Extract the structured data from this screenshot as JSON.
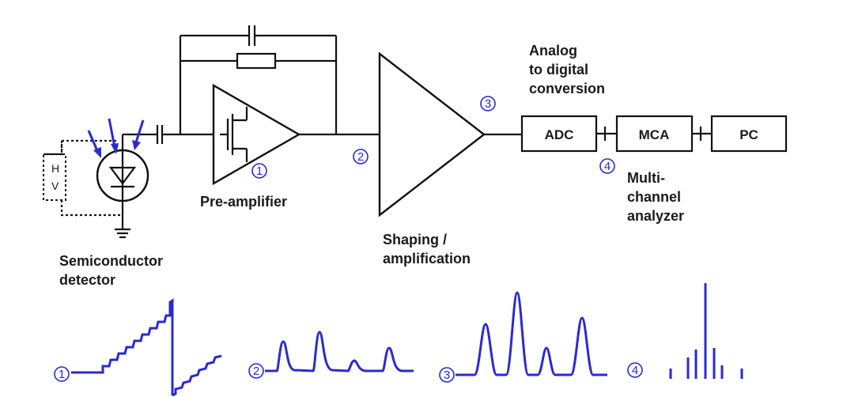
{
  "labels": {
    "detector": [
      "Semiconductor",
      "detector"
    ],
    "preamp": "Pre-amplifier",
    "shaping": [
      "Shaping /",
      "amplification"
    ],
    "adc_title": [
      "Analog",
      "to digital",
      "conversion"
    ],
    "mca_title": [
      "Multi-",
      "channel",
      "analyzer"
    ],
    "hv": [
      "H",
      "V"
    ]
  },
  "boxes": {
    "adc": "ADC",
    "mca": "MCA",
    "pc": "PC"
  },
  "markers": {
    "m1": "1",
    "m2": "2",
    "m3": "3",
    "m4": "4"
  },
  "colors": {
    "accent": "#2a2ad0",
    "line": "#111111"
  }
}
